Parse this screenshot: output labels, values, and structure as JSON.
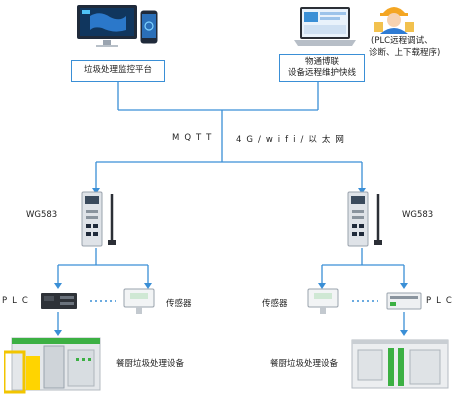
{
  "platform": {
    "label": "垃圾处理监控平台"
  },
  "remote": {
    "line1": "物通博联",
    "line2": "设备远程维护快线"
  },
  "engineer_note": {
    "line1": "(PLC远程调试、",
    "line2": "诊断、上下载程序)"
  },
  "protocols": {
    "mqtt": "MQTT",
    "network": "4G/wifi/以太网"
  },
  "gateway_left": {
    "name": "WG583"
  },
  "gateway_right": {
    "name": "WG583"
  },
  "left_branch": {
    "plc": "PLC",
    "sensor": "传感器",
    "equipment": "餐厨垃圾处理设备"
  },
  "right_branch": {
    "plc": "PLC",
    "sensor": "传感器",
    "equipment": "餐厨垃圾处理设备"
  },
  "colors": {
    "line": "#3a8fd6",
    "equipment_green": "#3cb043"
  }
}
